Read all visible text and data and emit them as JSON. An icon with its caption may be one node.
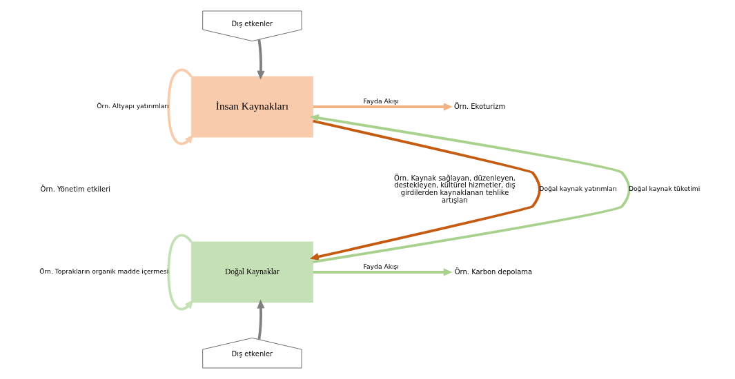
{
  "diagram": {
    "nodes": [
      {
        "text": [
          "İnsan Kaynakları"
        ]
      },
      {
        "text": [
          "Doğal Kaynaklar"
        ]
      },
      {
        "text": [
          "Dış etkenler"
        ]
      },
      {
        "text": [
          "Dış etkenler"
        ]
      },
      {
        "text": [
          "Örn. Ekoturizm"
        ]
      },
      {
        "text": [
          "Örn. Karbon depolama"
        ]
      }
    ],
    "edges": [
      {
        "from": 2,
        "to": 0,
        "arrow": "to"
      },
      {
        "from": 3,
        "to": 1,
        "arrow": "to"
      },
      {
        "from": 0,
        "to": 4,
        "arrow": "to",
        "label": "Fayda Akışı",
        "color": "#f4b183"
      },
      {
        "from": 1,
        "to": 5,
        "arrow": "to",
        "label": "Fayda Akışı",
        "color": "#a9d18e"
      },
      {
        "from": 0,
        "to": 0,
        "arrow": "to",
        "label": "Örn. Altyapı yatırımları",
        "color": "#f8cbad"
      },
      {
        "from": 0,
        "to": 1,
        "arrow": "to",
        "label": "Doğal kaynak yatırımları",
        "color": "#c55a11"
      },
      {
        "from": 1,
        "to": 1,
        "arrow": "to",
        "label": "Örn. Toprakların organik madde içermesi",
        "color": "#c5e0b4"
      },
      {
        "from": 1,
        "to": 0,
        "arrow": "to",
        "label": "Doğal kaynak tüketimi",
        "color": "#a9d18e"
      }
    ],
    "labels": [
      "Örn. Yönetim etkileri",
      "Örn. Kaynak sağlayan, düzenleyen, destekleyen, kültürel hizmetler, dış girdilerden kaynaklanan tehlike artışları"
    ]
  }
}
